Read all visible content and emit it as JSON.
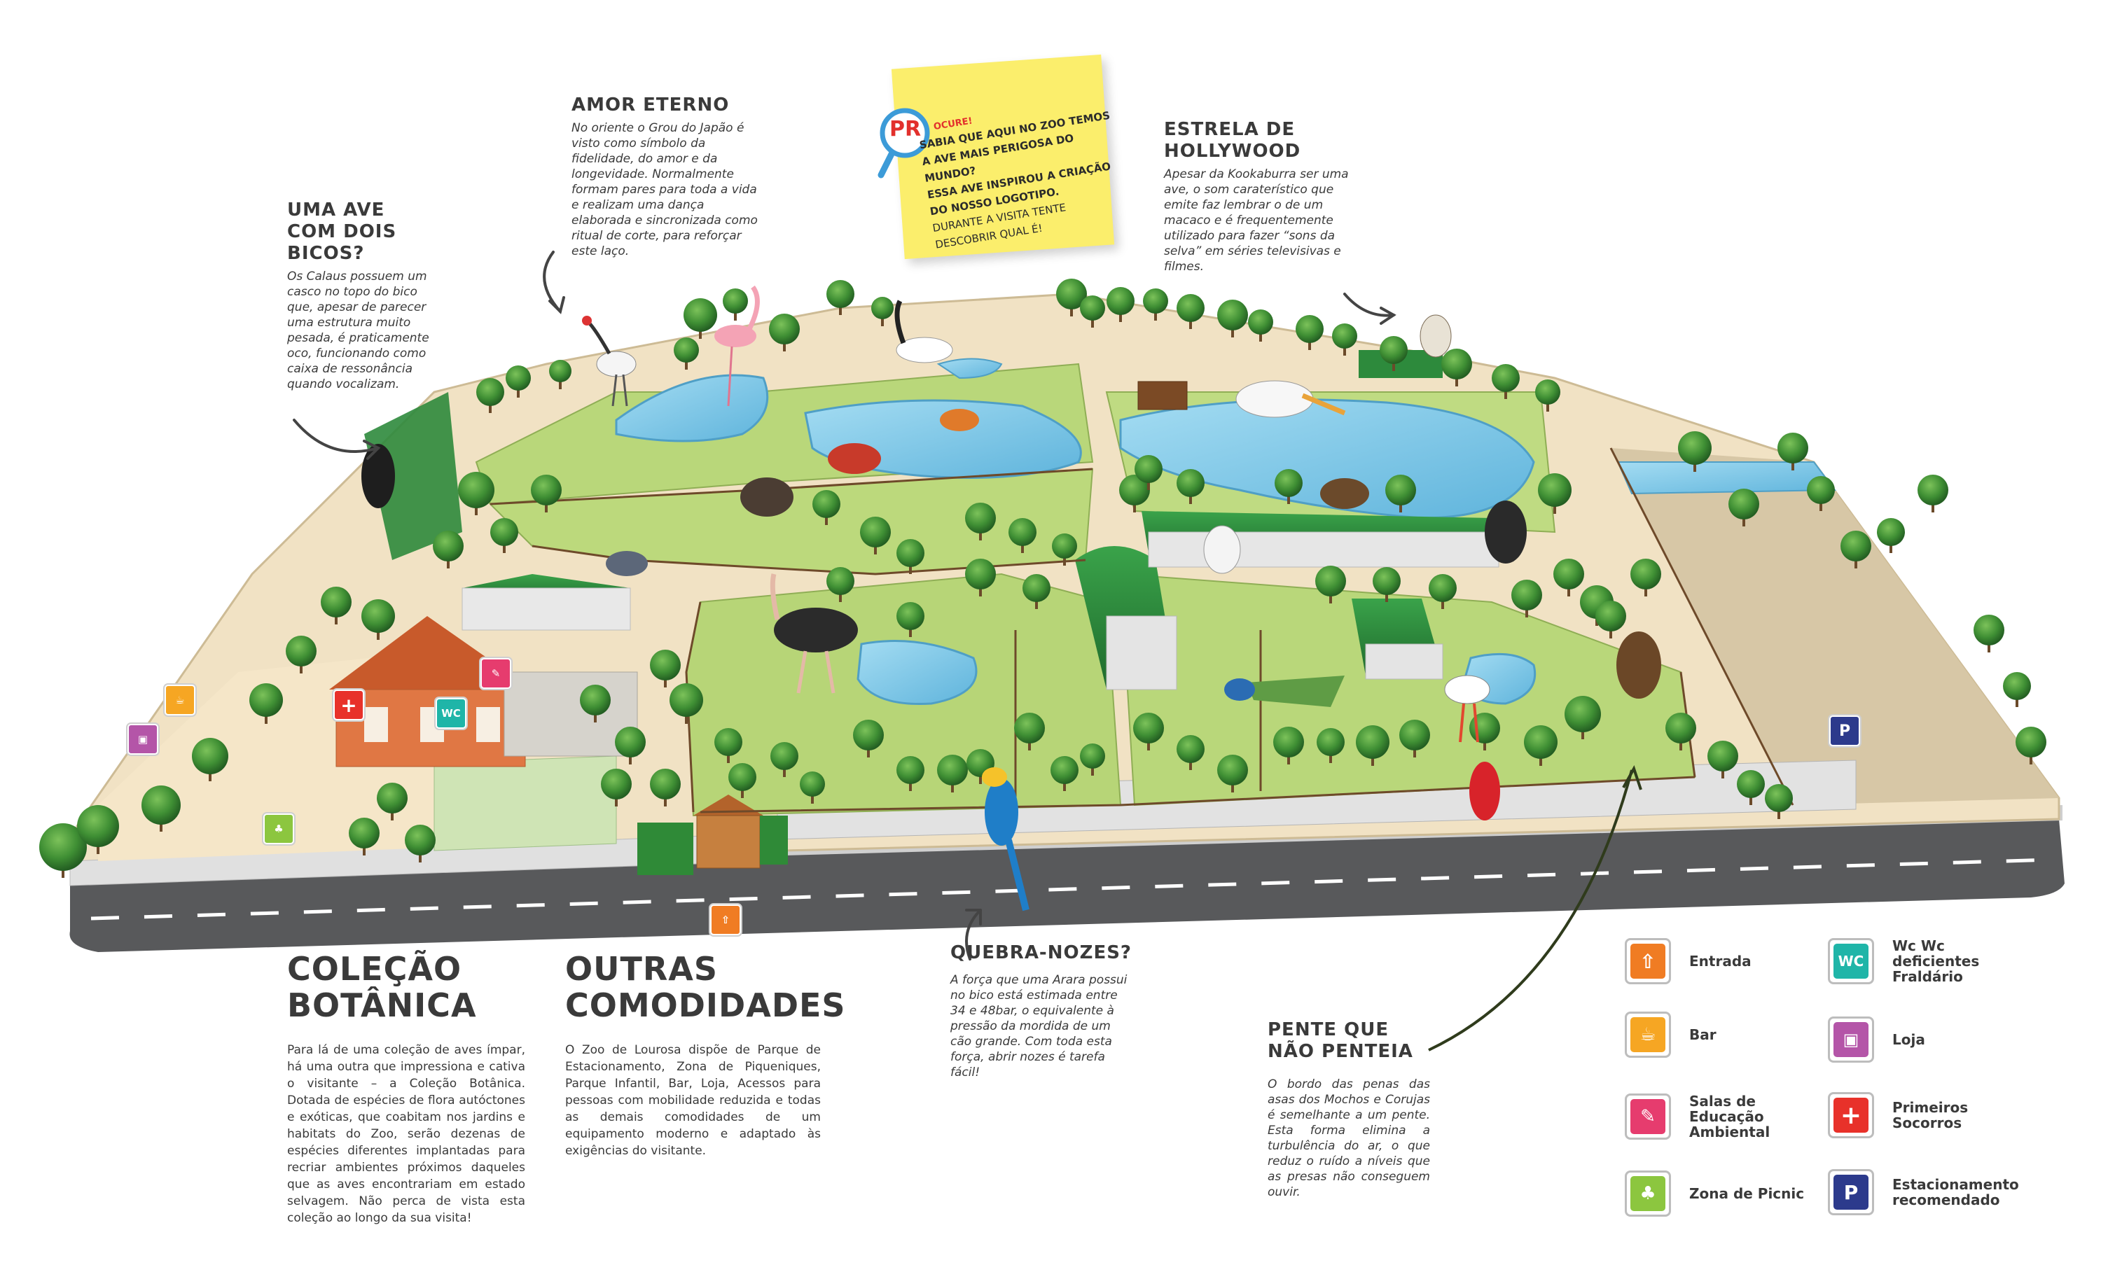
{
  "headings": {
    "amor": "AMOR ETERNO",
    "ave_bicos": "UMA AVE COM DOIS BICOS?",
    "estrela": "ESTRELA DE HOLLYWOOD",
    "colecao": "COLEÇÃO BOTÂNICA",
    "outras": "OUTRAS COMODIDADES",
    "quebra": "QUEBRA-NOZES?",
    "pente": "PENTE QUE NÃO PENTEIA"
  },
  "texts": {
    "amor": "No oriente o Grou do Japão é visto como símbolo da fidelidade, do amor e da longevidade. Normalmente formam pares para toda a vida e realizam uma dança elaborada e sincronizada como ritual de corte, para reforçar este laço.",
    "ave_bicos": "Os Calaus possuem um casco no topo do bico que, apesar de parecer uma estrutura muito pesada, é praticamente oco, funcionando como caixa de ressonância quando vocalizam.",
    "estrela": "Apesar da Kookaburra ser uma ave, o som caraterístico que emite faz lembrar o de um macaco e é frequentemente utilizado para fazer “sons da selva” em séries televisivas e filmes.",
    "colecao": "Para lá de uma coleção de aves ímpar, há uma outra que impressiona e cativa o visitante – a Coleção Botânica. Dotada de espécies de flora autóctones e exóticas, que coabitam nos jardins e habitats do Zoo, serão dezenas de espécies diferentes implantadas para recriar ambientes próximos daqueles que as aves encontrariam em estado selvagem. Não perca de vista esta coleção ao longo da sua visita!",
    "outras": "O Zoo de Lourosa dispõe de Parque de Estacionamento, Zona de Piqueniques, Parque Infantil, Bar, Loja, Acessos para pessoas com mobilidade reduzida e todas as demais comodidades de um equipamento moderno e adaptado às exigências do visitante.",
    "quebra": "A força que uma Arara possui no bico está estimada entre 34 e 48bar, o equivalente à pressão da mordida de um cão grande. Com toda esta força, abrir nozes é tarefa fácil!",
    "pente": "O bordo das penas das asas dos Mochos e Corujas é semelhante a um pente. Esta forma elimina a turbulência do ar, o que reduz o ruído a níveis que as presas não conseguem ouvir."
  },
  "sticky": {
    "badge": "PR",
    "line1": "OCURE!",
    "line2": "SABIA QUE AQUI NO ZOO TEMOS",
    "line3": "A AVE MAIS PERIGOSA DO MUNDO?",
    "line4": "ESSA AVE INSPIROU A CRIAÇÃO",
    "line5": "DO NOSSO LOGOTIPO.",
    "line6": "DURANTE A VISITA TENTE",
    "line7": "DESCOBRIR QUAL É!"
  },
  "legend": [
    {
      "id": "entrada",
      "label": "Entrada",
      "color": "#f07c23"
    },
    {
      "id": "bar",
      "label": "Bar",
      "color": "#f6a623"
    },
    {
      "id": "salas",
      "label": "Salas de Educação Ambiental",
      "color": "#e63c6e"
    },
    {
      "id": "picnic",
      "label": "Zona de Picnic",
      "color": "#8cc63f"
    },
    {
      "id": "wc",
      "label": "Wc Wc deficientes Fraldário",
      "color": "#1fb5a8",
      "glyph": "WC"
    },
    {
      "id": "loja",
      "label": "Loja",
      "color": "#b455a8"
    },
    {
      "id": "socorros",
      "label": "Primeiros Socorros",
      "color": "#e8312a"
    },
    {
      "id": "estacionamento",
      "label": "Estacionamento recomendado",
      "color": "#2c3a8c",
      "glyph": "P"
    }
  ],
  "map_icons": {
    "wc_glyph": "WC",
    "parking_glyph": "P"
  },
  "colors": {
    "grass": "#b9d77a",
    "path": "#f1e2c4",
    "water": "#7ec9e8",
    "road": "#555555",
    "wall": "#dddddd",
    "hedge": "#3c8a3a",
    "roof": "#2d8a3c",
    "brick": "#d66b3a",
    "parking": "#d9c8a8"
  }
}
